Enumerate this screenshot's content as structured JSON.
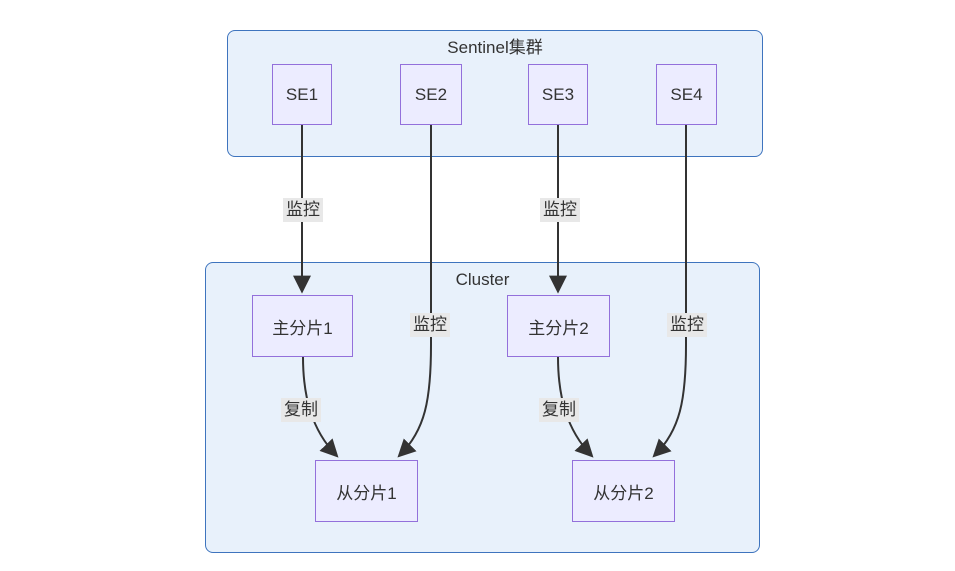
{
  "diagram": {
    "type": "flowchart",
    "clusters": [
      {
        "id": "sentinel",
        "title": "Sentinel集群"
      },
      {
        "id": "cluster",
        "title": "Cluster"
      }
    ],
    "nodes": [
      {
        "id": "se1",
        "label": "SE1"
      },
      {
        "id": "se2",
        "label": "SE2"
      },
      {
        "id": "se3",
        "label": "SE3"
      },
      {
        "id": "se4",
        "label": "SE4"
      },
      {
        "id": "master1",
        "label": "主分片1"
      },
      {
        "id": "master2",
        "label": "主分片2"
      },
      {
        "id": "slave1",
        "label": "从分片1"
      },
      {
        "id": "slave2",
        "label": "从分片2"
      }
    ],
    "edges": [
      {
        "from": "SE1",
        "to": "主分片1",
        "label": "监控"
      },
      {
        "from": "SE2",
        "to": "从分片1",
        "label": "监控"
      },
      {
        "from": "SE3",
        "to": "主分片2",
        "label": "监控"
      },
      {
        "from": "SE4",
        "to": "从分片2",
        "label": "监控"
      },
      {
        "from": "主分片1",
        "to": "从分片1",
        "label": "复制"
      },
      {
        "from": "主分片2",
        "to": "从分片2",
        "label": "复制"
      }
    ],
    "colors": {
      "cluster_fill": "#e8f1fb",
      "cluster_border": "#3e74be",
      "node_fill": "#ececff",
      "node_border": "#9370db",
      "edge": "#333333",
      "label_bg": "#e8e8e8",
      "text": "#333333"
    }
  }
}
